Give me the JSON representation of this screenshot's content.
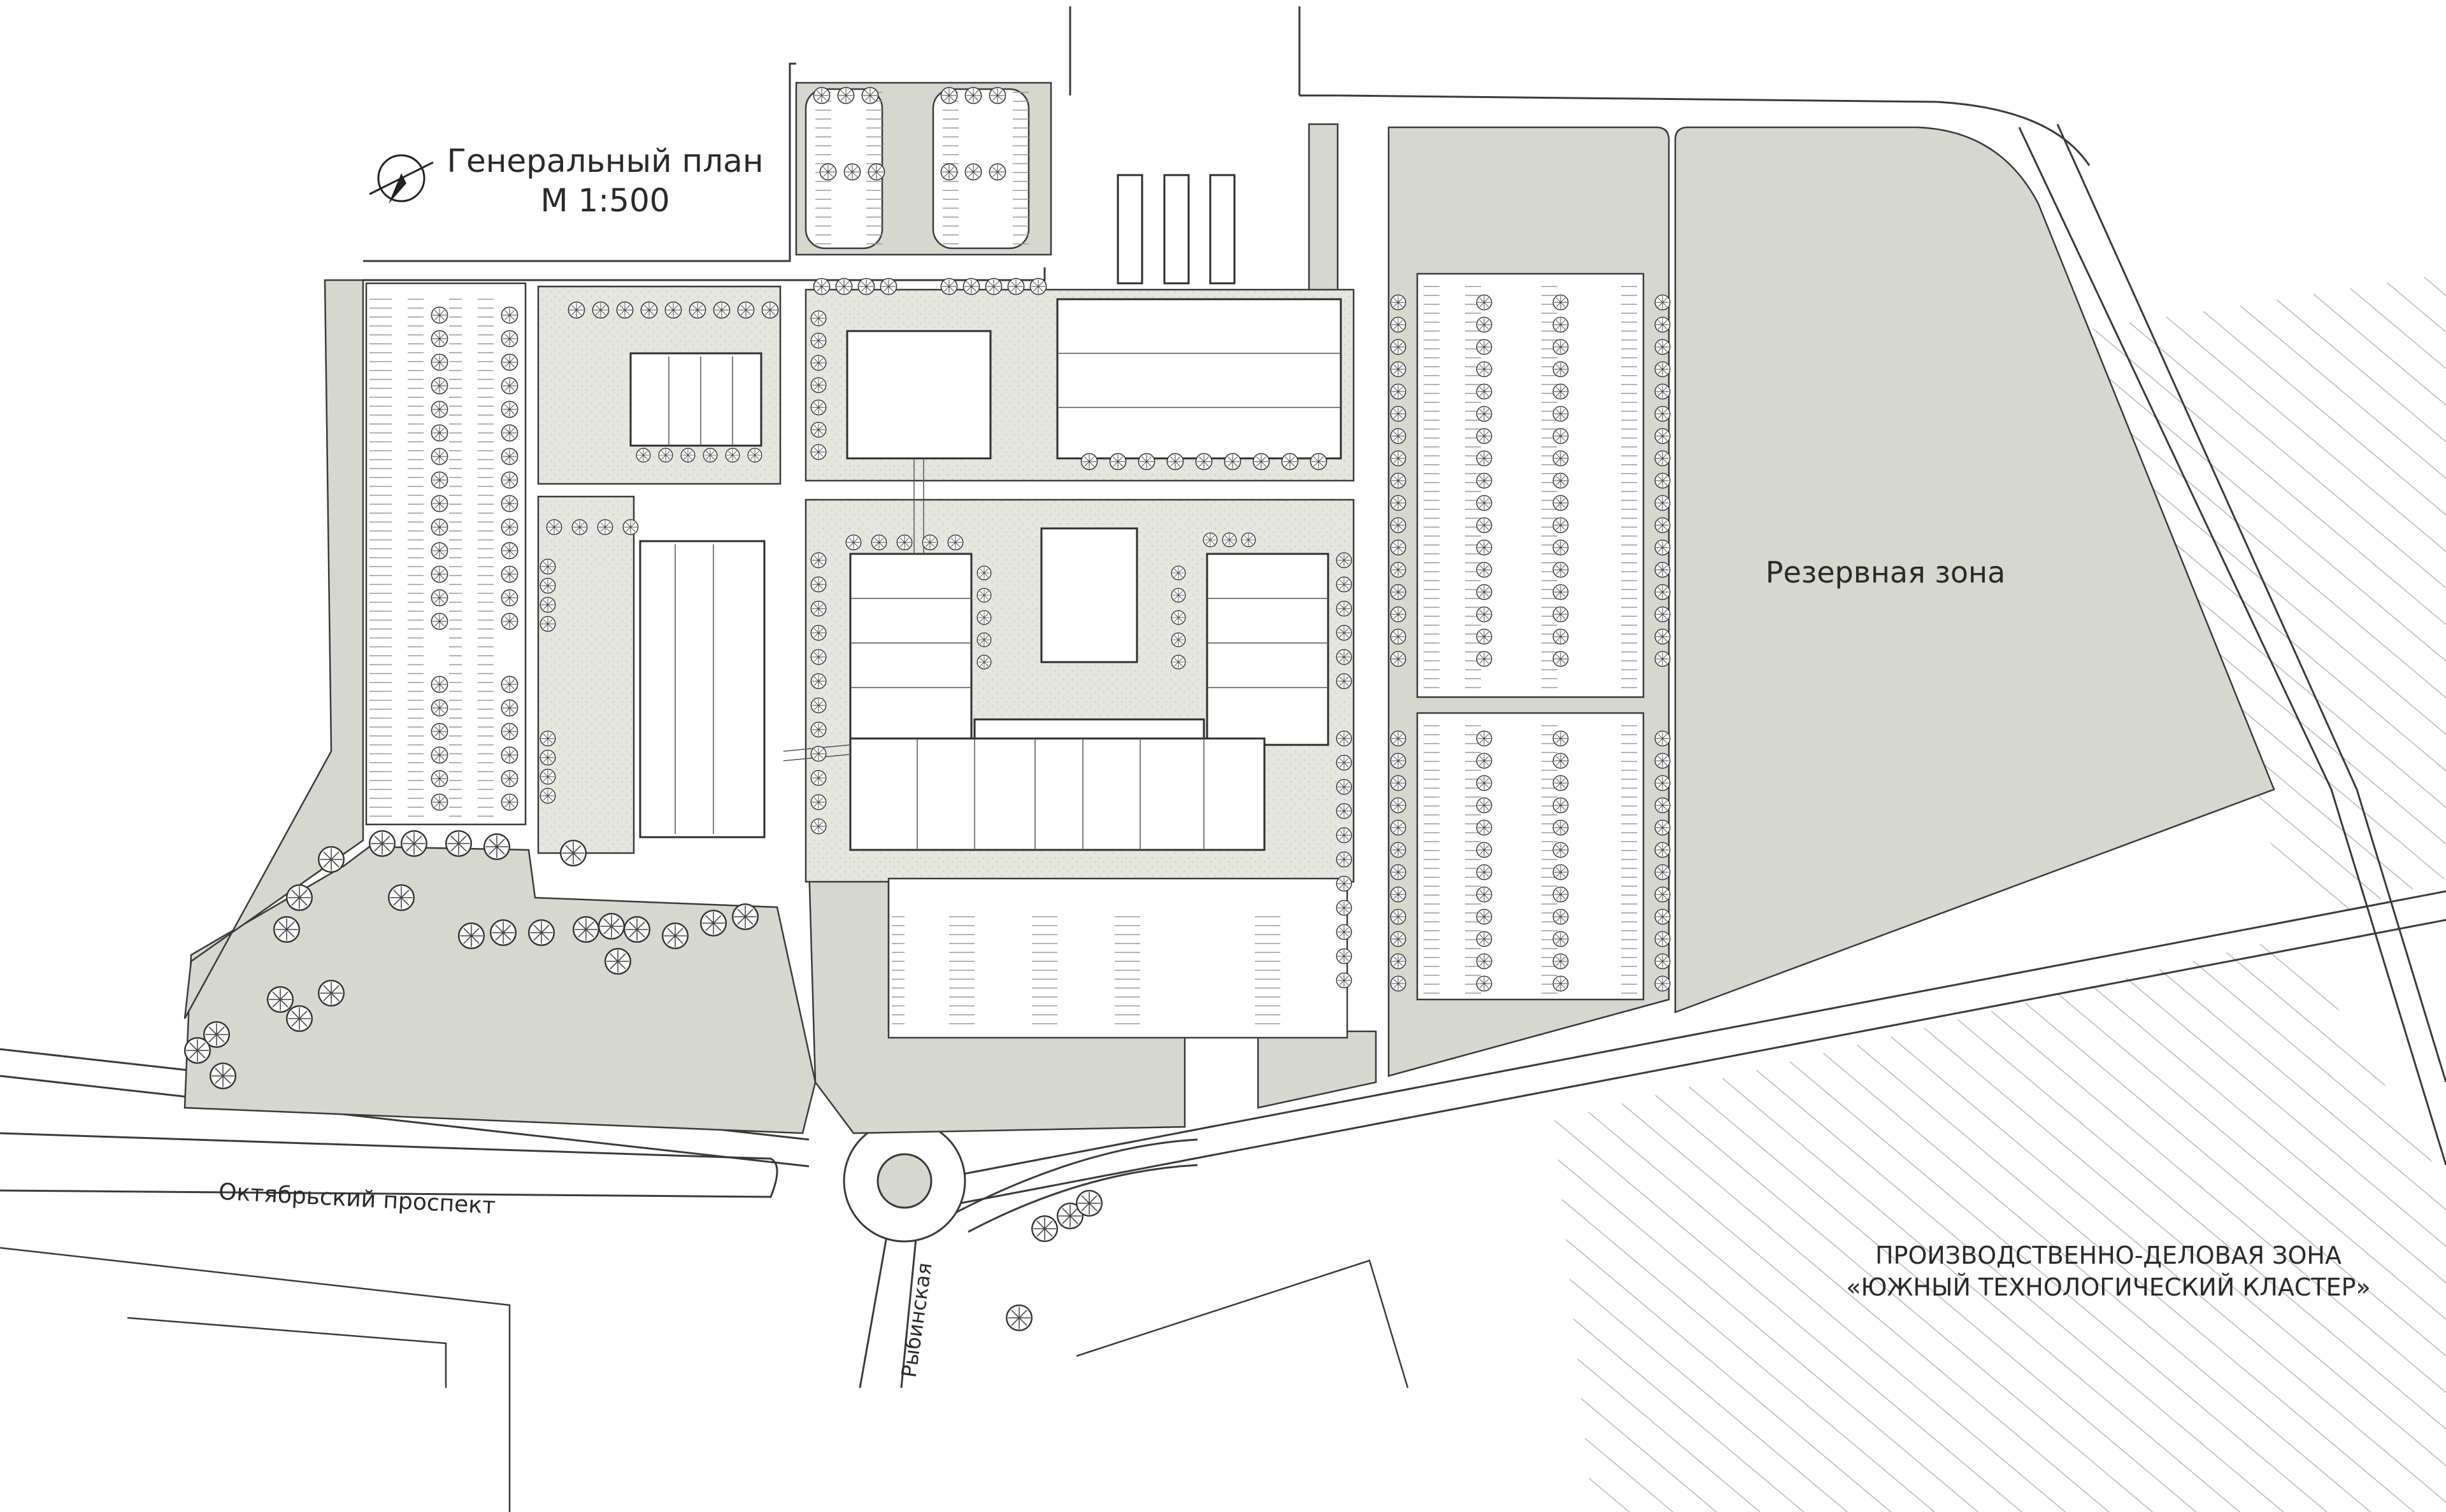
{
  "title": {
    "line1": "Генеральный план",
    "line2": "М 1:500"
  },
  "labels": {
    "reserve_zone": "Резервная зона",
    "street_oktyabrsky": "Октябрьский проспект",
    "street_rybinskaya": "Рыбинская",
    "industrial_zone_line1": "ПРОИЗВОДСТВЕННО-ДЕЛОВАЯ ЗОНА",
    "industrial_zone_line2": "«ЮЖНЫЙ ТЕХНОЛОГИЧЕСКИЙ КЛАСТЕР»"
  },
  "icons": {
    "north_arrow": "compass-north-arrow-icon",
    "tree": "tree-canopy-icon",
    "parking": "parking-stall-icon"
  },
  "colors": {
    "background": "#ffffff",
    "green_zone": "#d6d8cf",
    "paved": "#e4e4df",
    "building": "#ffffff",
    "line": "#3a3a3a",
    "hatch": "#b8b8b8"
  }
}
